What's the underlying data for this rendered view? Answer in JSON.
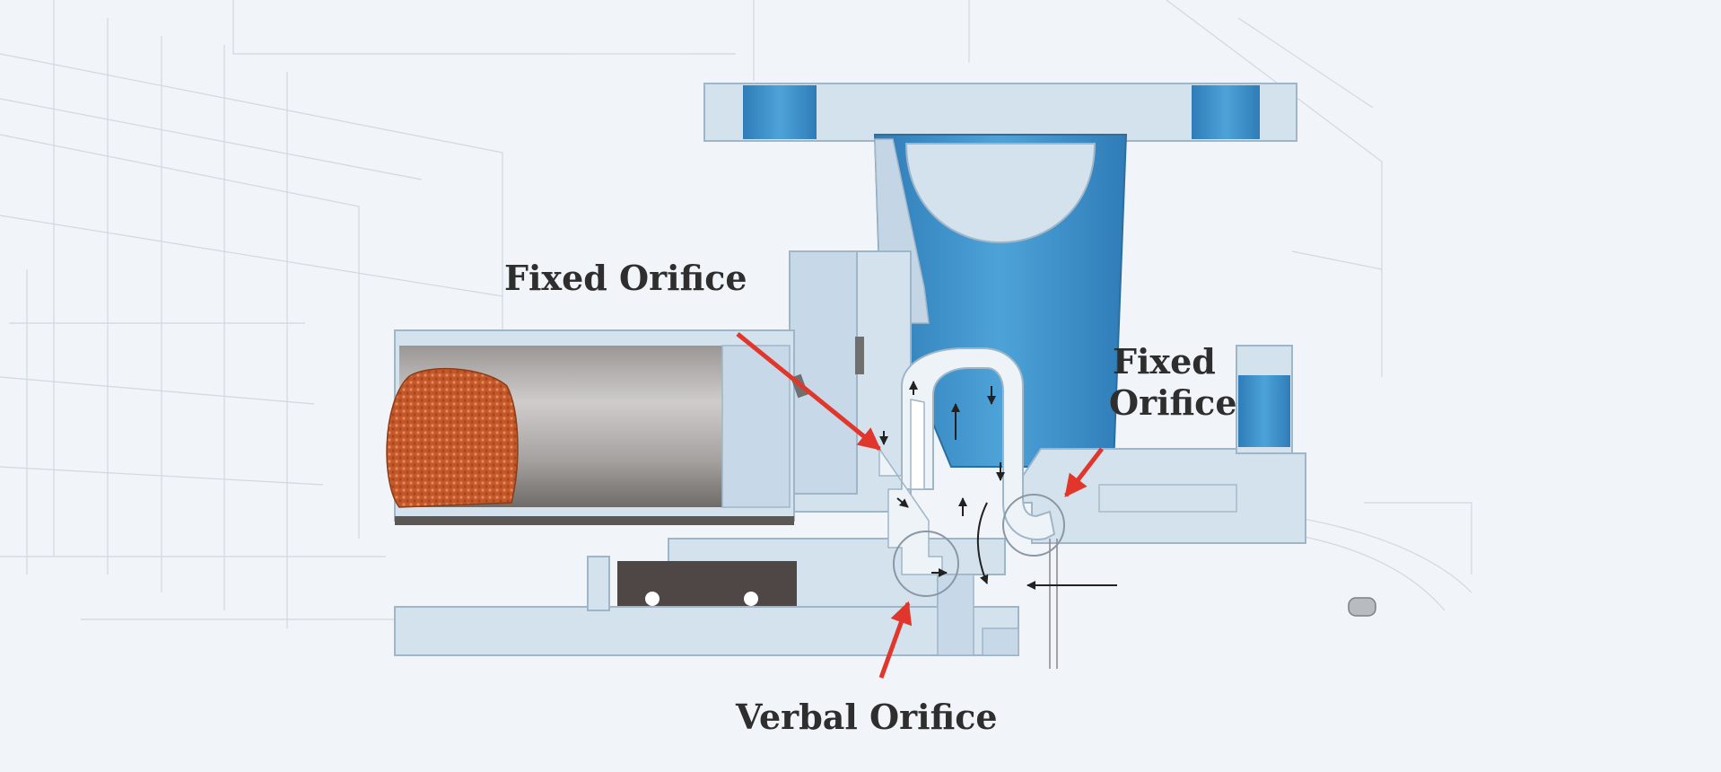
{
  "labels": {
    "fixed_orifice_left": "Fixed Orifice",
    "fixed_orifice_right_line1": "Fixed",
    "fixed_orifice_right_line2": "Orifice",
    "verbal_orifice": "Verbal Orifice"
  },
  "colors": {
    "background": "#f1f4f9",
    "housing": "#d4e2ee",
    "housing_edge": "#9fb6c8",
    "fluid_blue": "#3c8dc6",
    "cylinder_gray": "#b0adab",
    "rotor_orange": "#c85a2a",
    "arrow_red": "#e0362b",
    "label_text": "#2e2e2e"
  }
}
